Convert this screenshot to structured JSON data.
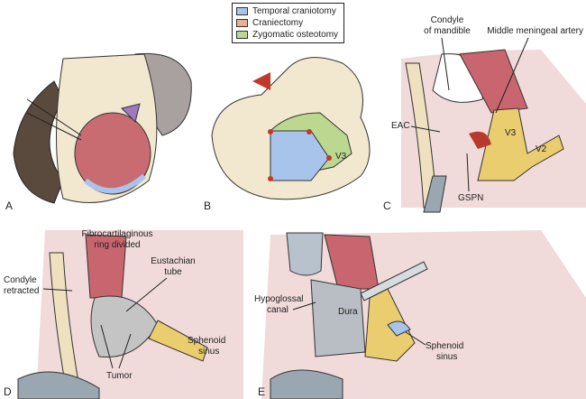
{
  "legend": [
    {
      "label": "Temporal craniotomy",
      "color": "#a9c4ea"
    },
    {
      "label": "Craniectomy",
      "color": "#e8b28c"
    },
    {
      "label": "Zygomatic osteotomy",
      "color": "#bcd890"
    }
  ],
  "panels": {
    "a": {
      "letter": "A"
    },
    "b": {
      "letter": "B",
      "v3": "V3"
    },
    "c": {
      "letter": "C",
      "condyle_1": "Condyle",
      "condyle_2": "of mandible",
      "mma": "Middle meningeal artery",
      "eac": "EAC",
      "gspn": "GSPN",
      "v3": "V3",
      "v2": "V2"
    },
    "d": {
      "letter": "D",
      "fibro_1": "Fibrocartilaginous",
      "fibro_2": "ring divided",
      "condyle_1": "Condyle",
      "condyle_2": "retracted",
      "eust_1": "Eustachian",
      "eust_2": "tube",
      "sph_1": "Sphenoid",
      "sph_2": "sinus",
      "tumor": "Tumor"
    },
    "e": {
      "letter": "E",
      "hypo_1": "Hypoglossal",
      "hypo_2": "canal",
      "dura": "Dura",
      "sph_1": "Sphenoid",
      "sph_2": "sinus"
    }
  }
}
